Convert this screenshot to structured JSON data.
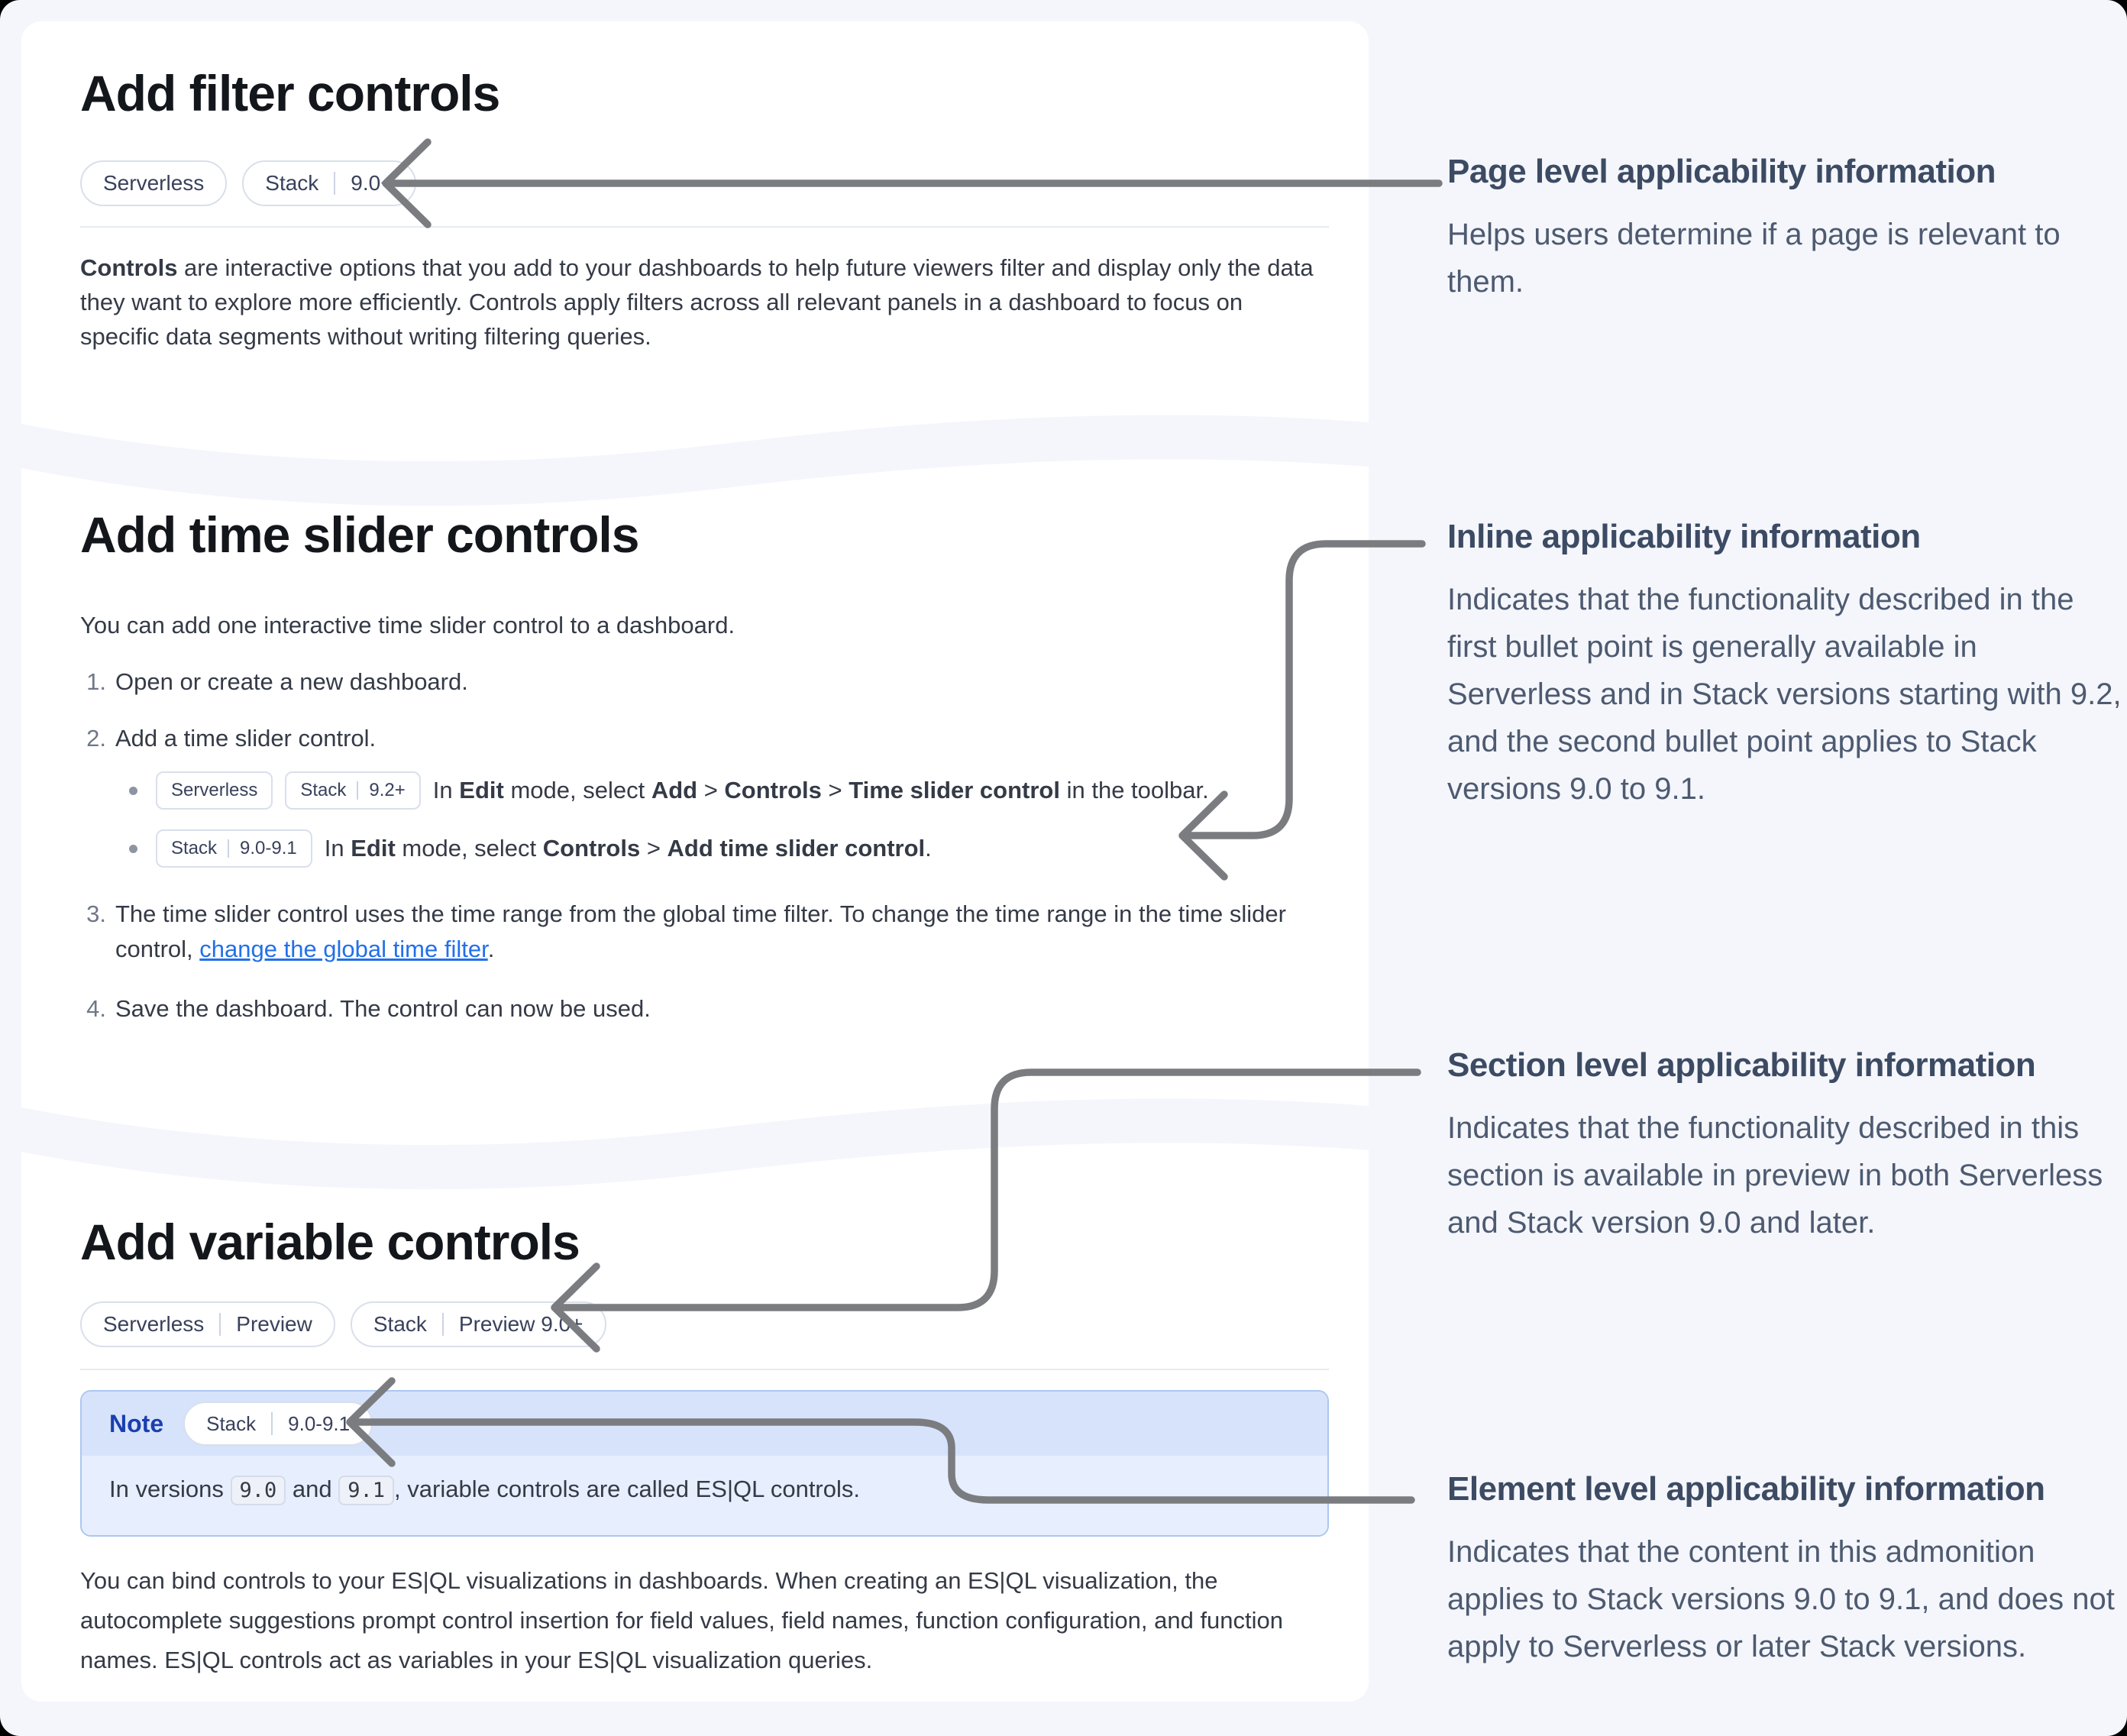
{
  "colors": {
    "page_bg": "#f4f6fb",
    "card_bg": "#ffffff",
    "arrow": "#7a7c80",
    "link": "#2270e8",
    "note_header_bg": "#d7e3fb",
    "note_body_bg": "#e7eefd",
    "note_border": "#abc7f1",
    "note_label_text": "#1a3fae",
    "badge_border": "#d9dfeb",
    "badge_text": "#39415c",
    "heading_text": "#13161b",
    "body_text": "#343a46",
    "annotation_heading": "#3c4b63",
    "annotation_body": "#4d5a70",
    "code_bg": "#eef1f8",
    "list_number": "#6f7787",
    "divider": "#e6eaf2"
  },
  "sections": {
    "filter": {
      "title": "Add filter controls",
      "badges": [
        [
          "Serverless"
        ],
        [
          "Stack",
          "9.0+"
        ]
      ],
      "paragraph": [
        {
          "t": "Controls",
          "b": true
        },
        {
          "t": " are interactive options that you add to your dashboards to help future viewers filter and display only the data they want to explore more efficiently. Controls apply filters across all relevant panels in a dashboard to focus on specific data segments without writing filtering queries."
        }
      ]
    },
    "time_slider": {
      "title": "Add time slider controls",
      "intro": "You can add one interactive time slider control to a dashboard.",
      "step1_num": "1.",
      "step1": "Open or create a new dashboard.",
      "step2_num": "2.",
      "step2": "Add a time slider control.",
      "bullet1_badges": [
        [
          "Serverless"
        ],
        [
          "Stack",
          "9.2+"
        ]
      ],
      "bullet1": [
        {
          "t": "In "
        },
        {
          "t": "Edit",
          "b": true
        },
        {
          "t": " mode, select "
        },
        {
          "t": "Add",
          "b": true
        },
        {
          "t": " > "
        },
        {
          "t": "Controls",
          "b": true
        },
        {
          "t": " > "
        },
        {
          "t": "Time slider control",
          "b": true
        },
        {
          "t": " in the toolbar."
        }
      ],
      "bullet2_badges": [
        [
          "Stack",
          "9.0-9.1"
        ]
      ],
      "bullet2": [
        {
          "t": "In "
        },
        {
          "t": "Edit",
          "b": true
        },
        {
          "t": " mode, select "
        },
        {
          "t": "Controls",
          "b": true
        },
        {
          "t": " > "
        },
        {
          "t": "Add time slider control",
          "b": true
        },
        {
          "t": "."
        }
      ],
      "step3_num": "3.",
      "step3": [
        {
          "t": "The time slider control uses the time range from the global time filter. To change the time range in the time slider control, "
        },
        {
          "t": "change the global time filter",
          "l": true
        },
        {
          "t": "."
        }
      ],
      "step4_num": "4.",
      "step4": "Save the dashboard. The control can now be used."
    },
    "variable": {
      "title": "Add variable controls",
      "badges": [
        [
          "Serverless",
          "Preview"
        ],
        [
          "Stack",
          "Preview 9.0+"
        ]
      ],
      "note_label": "Note",
      "note_badge": [
        "Stack",
        "9.0-9.1"
      ],
      "note_body": [
        {
          "t": "In versions "
        },
        {
          "t": "9.0",
          "c": true
        },
        {
          "t": " and "
        },
        {
          "t": "9.1",
          "c": true
        },
        {
          "t": ", variable controls are called ES|QL controls."
        }
      ],
      "paragraph": "You can bind controls to your ES|QL visualizations in dashboards. When creating an ES|QL visualization, the autocomplete suggestions prompt control insertion for field values, field names, function configuration, and function names. ES|QL controls act as variables in your ES|QL visualization queries."
    }
  },
  "annotations": [
    {
      "title": "Page level applicability information",
      "body": "Helps users determine if a page is relevant to them."
    },
    {
      "title": "Inline applicability information",
      "body": "Indicates that the functionality described in the first bullet point is generally available in Serverless and in Stack versions starting with 9.2, and the second bullet point applies to Stack versions 9.0 to 9.1."
    },
    {
      "title": "Section level applicability information",
      "body": "Indicates that the functionality described in this section is available in preview in both Serverless and Stack version 9.0 and later."
    },
    {
      "title": "Element level applicability information",
      "body": "Indicates that the content in this admonition applies to Stack versions 9.0 to 9.1, and does not apply to Serverless or later Stack versions."
    }
  ]
}
